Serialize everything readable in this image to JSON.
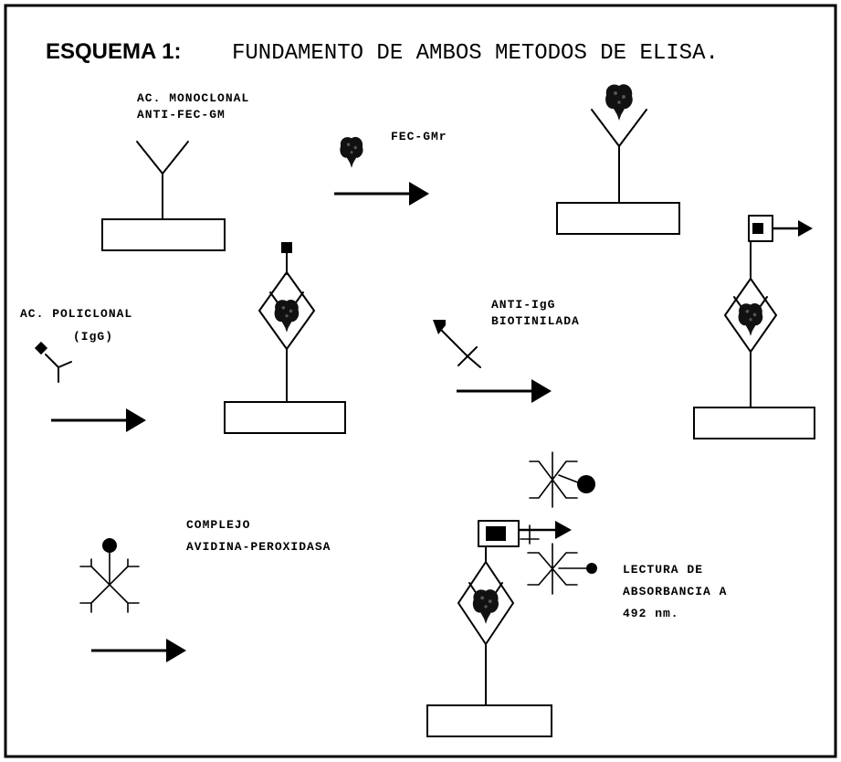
{
  "title": {
    "prefix": "ESQUEMA 1:",
    "text": "FUNDAMENTO DE AMBOS METODOS DE ELISA."
  },
  "labels": {
    "monoclonal_line1": "AC. MONOCLONAL",
    "monoclonal_line2": "ANTI-FEC-GM",
    "fec_gmr": "FEC-GMr",
    "policlonal_line1": "AC. POLICLONAL",
    "policlonal_line2": "(IgG)",
    "anti_igg_line1": "ANTI-IgG",
    "anti_igg_line2": "BIOTINILADA",
    "complejo_line1": "COMPLEJO",
    "complejo_line2": "AVIDINA-PEROXIDASA",
    "lectura_line1": "LECTURA DE",
    "lectura_line2": "ABSORBANCIA A",
    "lectura_line3": "492 nm."
  }
}
